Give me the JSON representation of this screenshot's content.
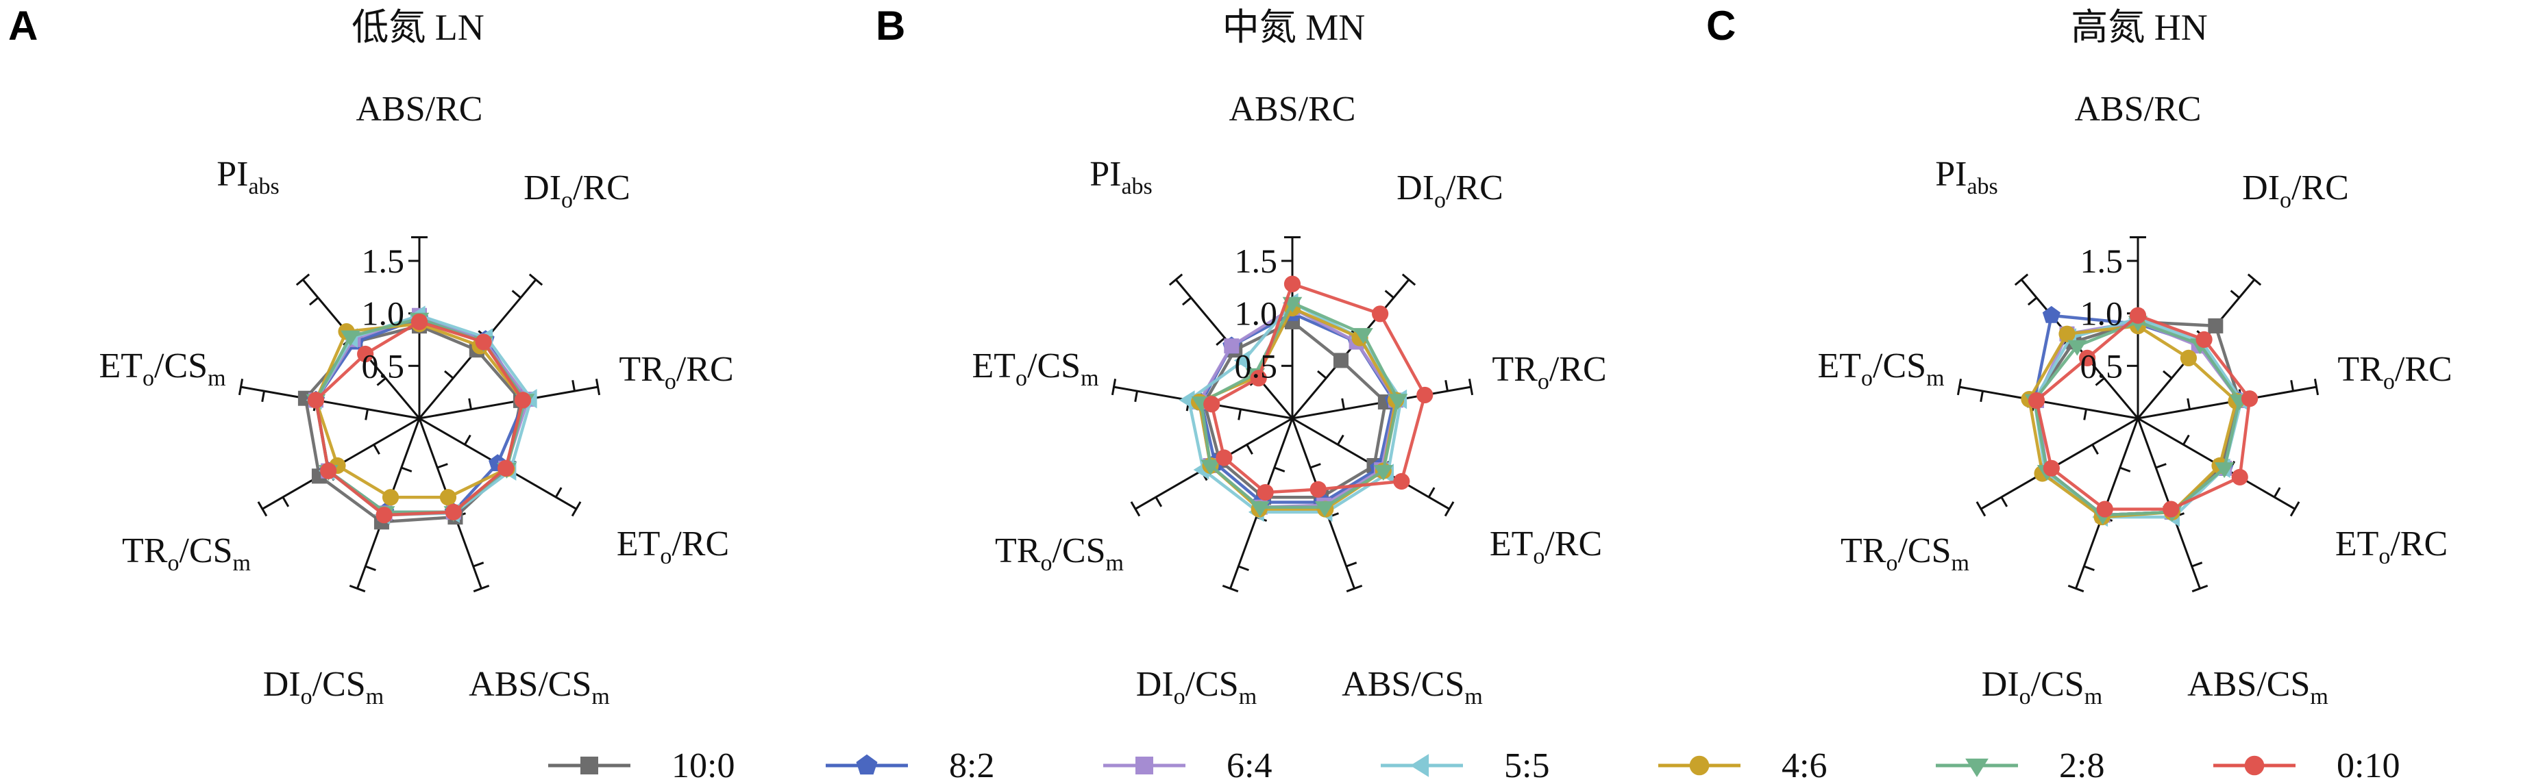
{
  "legend": [
    {
      "name": "10:0",
      "color": "#6d6d6d",
      "marker": "square"
    },
    {
      "name": "8:2",
      "color": "#4a67c0",
      "marker": "pentagon"
    },
    {
      "name": "6:4",
      "color": "#a58cd2",
      "marker": "square"
    },
    {
      "name": "5:5",
      "color": "#84c9d6",
      "marker": "triangle-left"
    },
    {
      "name": "4:6",
      "color": "#c9a22a",
      "marker": "circle"
    },
    {
      "name": "2:8",
      "color": "#6fb28a",
      "marker": "triangle-down"
    },
    {
      "name": "0:10",
      "color": "#e0554f",
      "marker": "circle"
    }
  ],
  "chart_data": [
    {
      "type": "radar",
      "panel": "A",
      "title": "低氮 LN",
      "axes": [
        "ABS/RC",
        "DIo/RC",
        "TRo/RC",
        "ETo/RC",
        "ABS/CSm",
        "DIo/CSm",
        "TRo/CSm",
        "ETo/CSm",
        "PIabs"
      ],
      "rlim": [
        0,
        1.5
      ],
      "ticks": [
        "0.5",
        "1.0",
        "1.5"
      ],
      "series": [
        {
          "name": "10:0",
          "values": [
            0.88,
            0.85,
            0.98,
            0.96,
            1.0,
            1.05,
            1.1,
            1.1,
            0.95
          ]
        },
        {
          "name": "8:2",
          "values": [
            0.95,
            0.98,
            1.02,
            0.86,
            0.95,
            0.95,
            1.0,
            1.0,
            0.95
          ]
        },
        {
          "name": "6:4",
          "values": [
            0.98,
            0.96,
            1.05,
            0.95,
            0.95,
            0.96,
            1.0,
            1.0,
            0.98
          ]
        },
        {
          "name": "5:5",
          "values": [
            0.98,
            1.0,
            1.08,
            1.0,
            0.96,
            0.98,
            1.0,
            1.0,
            1.0
          ]
        },
        {
          "name": "4:6",
          "values": [
            0.9,
            0.9,
            1.0,
            0.96,
            0.8,
            0.8,
            0.9,
            1.0,
            1.08
          ]
        },
        {
          "name": "2:8",
          "values": [
            0.95,
            0.95,
            1.02,
            0.96,
            0.95,
            0.95,
            1.0,
            1.0,
            1.02
          ]
        },
        {
          "name": "0:10",
          "values": [
            0.92,
            0.95,
            1.0,
            0.95,
            0.95,
            0.98,
            1.0,
            1.0,
            0.8
          ]
        }
      ]
    },
    {
      "type": "radar",
      "panel": "B",
      "title": "中氮 MN",
      "axes": [
        "ABS/RC",
        "DIo/RC",
        "TRo/RC",
        "ETo/RC",
        "ABS/CSm",
        "DIo/CSm",
        "TRo/CSm",
        "ETo/CSm",
        "PIabs"
      ],
      "rlim": [
        0,
        1.5
      ],
      "ticks": [
        "0.5",
        "1.0",
        "1.5"
      ],
      "series": [
        {
          "name": "10:0",
          "values": [
            0.92,
            0.72,
            0.9,
            0.9,
            0.8,
            0.8,
            0.8,
            0.85,
            0.85
          ]
        },
        {
          "name": "8:2",
          "values": [
            1.0,
            0.95,
            0.98,
            0.95,
            0.85,
            0.85,
            0.85,
            0.88,
            0.9
          ]
        },
        {
          "name": "6:4",
          "values": [
            1.05,
            0.95,
            1.0,
            0.98,
            0.88,
            0.9,
            0.9,
            0.9,
            0.9
          ]
        },
        {
          "name": "5:5",
          "values": [
            1.1,
            1.0,
            1.05,
            1.05,
            0.95,
            0.95,
            0.98,
            1.0,
            0.72
          ]
        },
        {
          "name": "4:6",
          "values": [
            1.05,
            1.0,
            1.0,
            1.0,
            0.92,
            0.92,
            0.9,
            0.9,
            0.52
          ]
        },
        {
          "name": "2:8",
          "values": [
            1.1,
            1.05,
            1.02,
            1.0,
            0.9,
            0.9,
            0.9,
            0.88,
            0.55
          ]
        },
        {
          "name": "0:10",
          "values": [
            1.28,
            1.3,
            1.28,
            1.2,
            0.72,
            0.75,
            0.75,
            0.78,
            0.5
          ]
        }
      ]
    },
    {
      "type": "radar",
      "panel": "C",
      "title": "高氮 HN",
      "axes": [
        "ABS/RC",
        "DIo/RC",
        "TRo/RC",
        "ETo/RC",
        "ABS/CSm",
        "DIo/CSm",
        "TRo/CSm",
        "ETo/CSm",
        "PIabs"
      ],
      "rlim": [
        0,
        1.5
      ],
      "ticks": [
        "0.5",
        "1.0",
        "1.5"
      ],
      "series": [
        {
          "name": "10:0",
          "values": [
            0.92,
            1.15,
            0.98,
            0.92,
            0.95,
            0.98,
            1.0,
            1.0,
            0.95
          ]
        },
        {
          "name": "8:2",
          "values": [
            0.9,
            0.92,
            0.98,
            0.95,
            0.95,
            0.98,
            1.0,
            1.0,
            1.28
          ]
        },
        {
          "name": "6:4",
          "values": [
            0.92,
            0.9,
            0.98,
            0.95,
            0.95,
            0.98,
            1.0,
            0.98,
            1.05
          ]
        },
        {
          "name": "5:5",
          "values": [
            0.95,
            0.95,
            1.0,
            0.95,
            1.0,
            1.0,
            1.02,
            1.0,
            1.0
          ]
        },
        {
          "name": "4:6",
          "values": [
            0.88,
            0.75,
            0.95,
            0.9,
            0.95,
            1.0,
            1.05,
            1.05,
            1.05
          ]
        },
        {
          "name": "2:8",
          "values": [
            0.92,
            0.92,
            0.98,
            0.95,
            0.95,
            0.98,
            1.0,
            1.0,
            0.9
          ]
        },
        {
          "name": "0:10",
          "values": [
            0.98,
            0.98,
            1.08,
            1.12,
            0.92,
            0.92,
            0.95,
            0.98,
            0.75
          ]
        }
      ]
    }
  ]
}
